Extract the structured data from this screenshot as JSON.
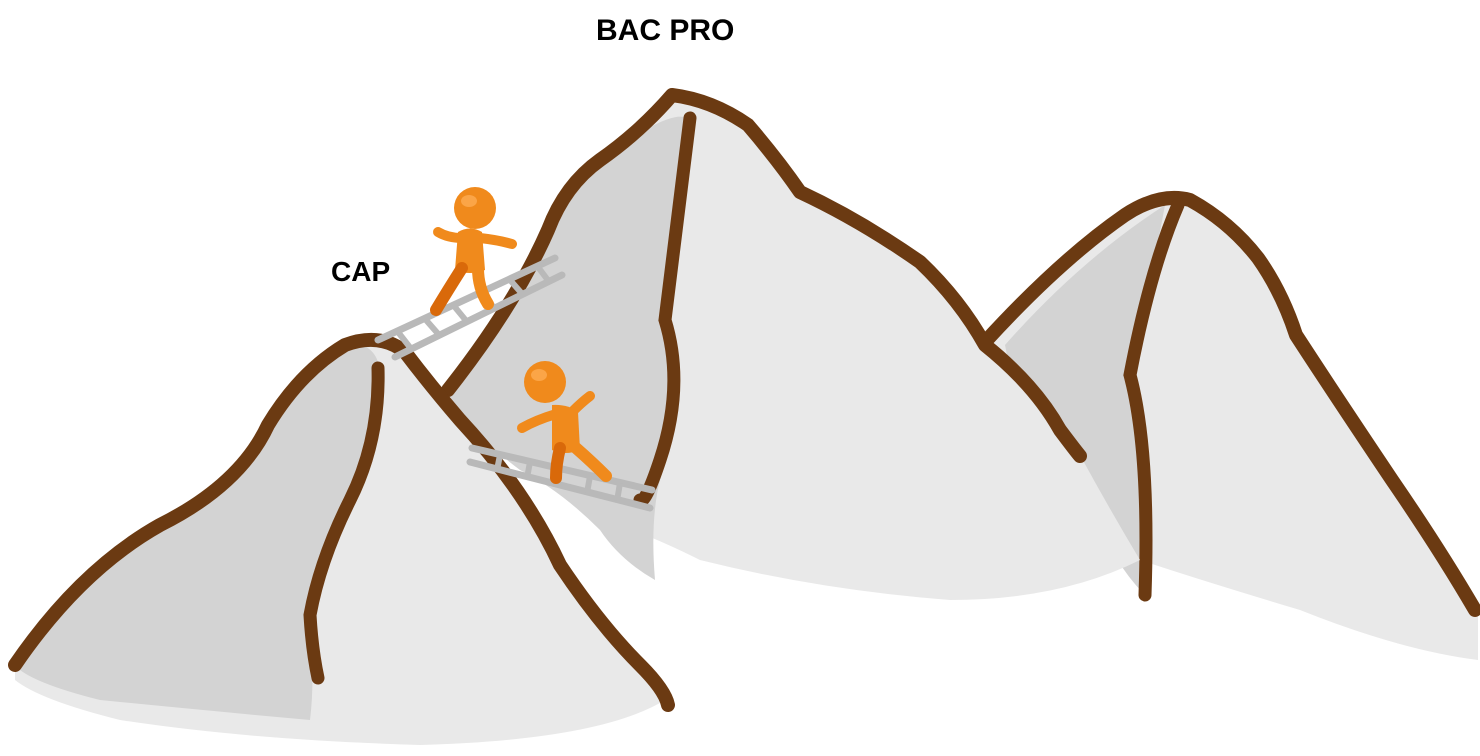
{
  "labels": {
    "top_peak": "BAC PRO",
    "lower_peak": "CAP"
  },
  "figures": {
    "count": 2,
    "figure_icon": "walking-person-icon",
    "ladder_icon": "ladder-icon"
  },
  "colors": {
    "outline": "#6b3a12",
    "mountain_light": "#e8e8e8",
    "mountain_shade": "#d3d3d3",
    "figure": "#f08a1c",
    "figure_shade": "#d9690a",
    "ladder": "#b9b9b9"
  }
}
